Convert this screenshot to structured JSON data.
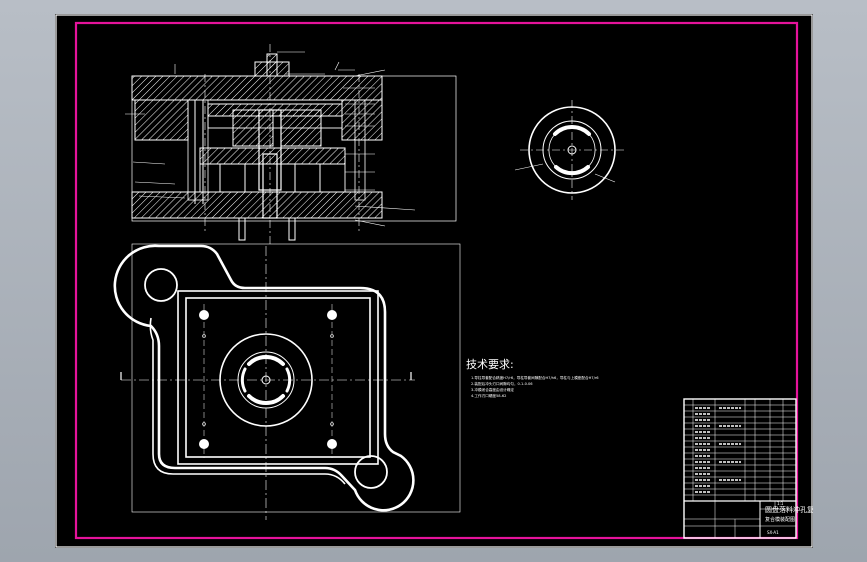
{
  "drawing": {
    "tech_req_title": "技术要求:",
    "tech_req_lines": [
      "1.导柱导套配合精度H7/r6，导柱导套间隙配合H7/h6，导柱与上模座配合H7/r6",
      "2.装配后冲头刃口间隙均匀，0.1-0.06",
      "3.冲模闭合高度由设计确定",
      "4.工作刃口硬度58-62"
    ],
    "title_block_name": "圆盘落料冲孔复合模",
    "title_block_subtitle": "复合模装配图",
    "title_block_ratio": "1:1",
    "title_block_code": "SX-A1",
    "colors": {
      "frame": "#e5139b",
      "lines": "#ffffff",
      "background": "#000000",
      "app_background": "#a3aab3"
    }
  }
}
